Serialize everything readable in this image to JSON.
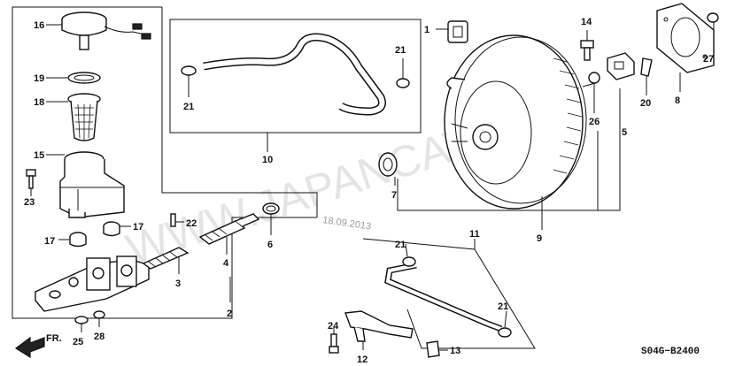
{
  "watermark": "WWW.JAPANCATS.RU",
  "date_stamp": "18.09.2013",
  "diagram_code": "S04G−B2400",
  "direction_label": "FR.",
  "callouts": {
    "n1": "1",
    "n2": "2",
    "n3": "3",
    "n4": "4",
    "n5": "5",
    "n6": "6",
    "n7": "7",
    "n8": "8",
    "n9": "9",
    "n10": "10",
    "n11": "11",
    "n12": "12",
    "n13": "13",
    "n14": "14",
    "n15": "15",
    "n16": "16",
    "n17a": "17",
    "n17b": "17",
    "n18": "18",
    "n19": "19",
    "n20": "20",
    "n21a": "21",
    "n21b": "21",
    "n21c": "21",
    "n21d": "21",
    "n22": "22",
    "n23": "23",
    "n24": "24",
    "n25": "25",
    "n26": "26",
    "n27": "27",
    "n28": "28"
  }
}
